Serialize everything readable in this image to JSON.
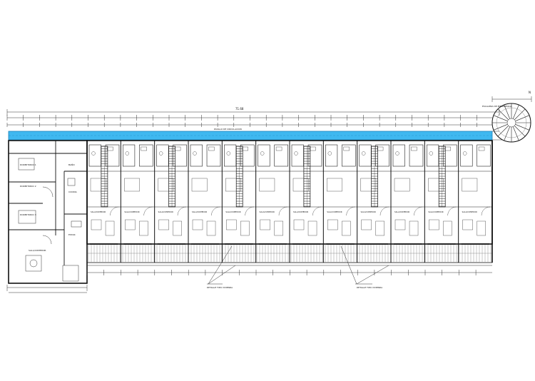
{
  "drawing": {
    "total_dimension": "71.68",
    "north_arrow_label": "N",
    "stair_note": "ESCALERA DE EMERGENCIA",
    "corridor_note": "PASILLO DE CIRCULACION",
    "callouts": [
      "DETALLE TIPO VIVIENDA",
      "DETALLE TIPO VIVIENDA"
    ]
  },
  "rooms": {
    "left_block": [
      "DORMITORIO 1",
      "DORMITORIO 2",
      "DORMITORIO 3",
      "BAÑO",
      "COCINA",
      "SALA/COMEDOR",
      "ESTAR"
    ],
    "unit_label": "SALA/COMEDOR",
    "unit_count": 12
  },
  "colors": {
    "corridor": "#3fb8f0",
    "corridor_edge": "#1a7fb8",
    "line": "#111111"
  }
}
